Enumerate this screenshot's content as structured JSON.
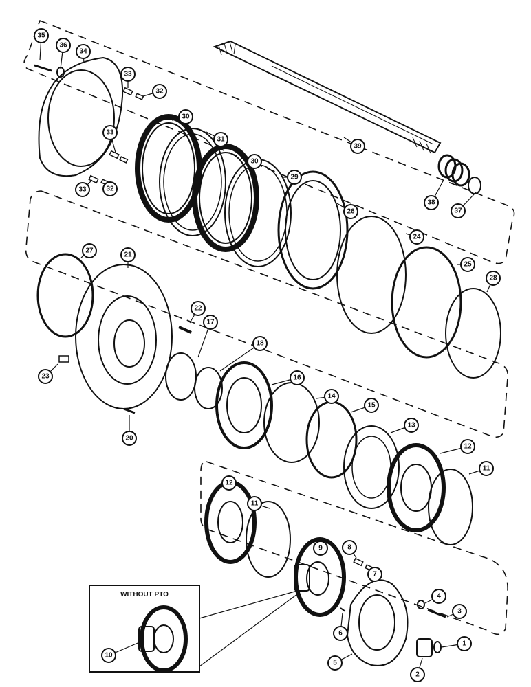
{
  "diagram": {
    "inset_title": "WITHOUT PTO",
    "callouts": [
      "35",
      "36",
      "34",
      "33",
      "32",
      "33",
      "33",
      "32",
      "30",
      "31",
      "30",
      "29",
      "26",
      "24",
      "25",
      "28",
      "39",
      "38",
      "37",
      "27",
      "21",
      "22",
      "17",
      "18",
      "16",
      "14",
      "15",
      "23",
      "20",
      "13",
      "12",
      "11",
      "12",
      "11",
      "9",
      "8",
      "7",
      "4",
      "3",
      "10",
      "6",
      "5",
      "2",
      "1"
    ]
  }
}
